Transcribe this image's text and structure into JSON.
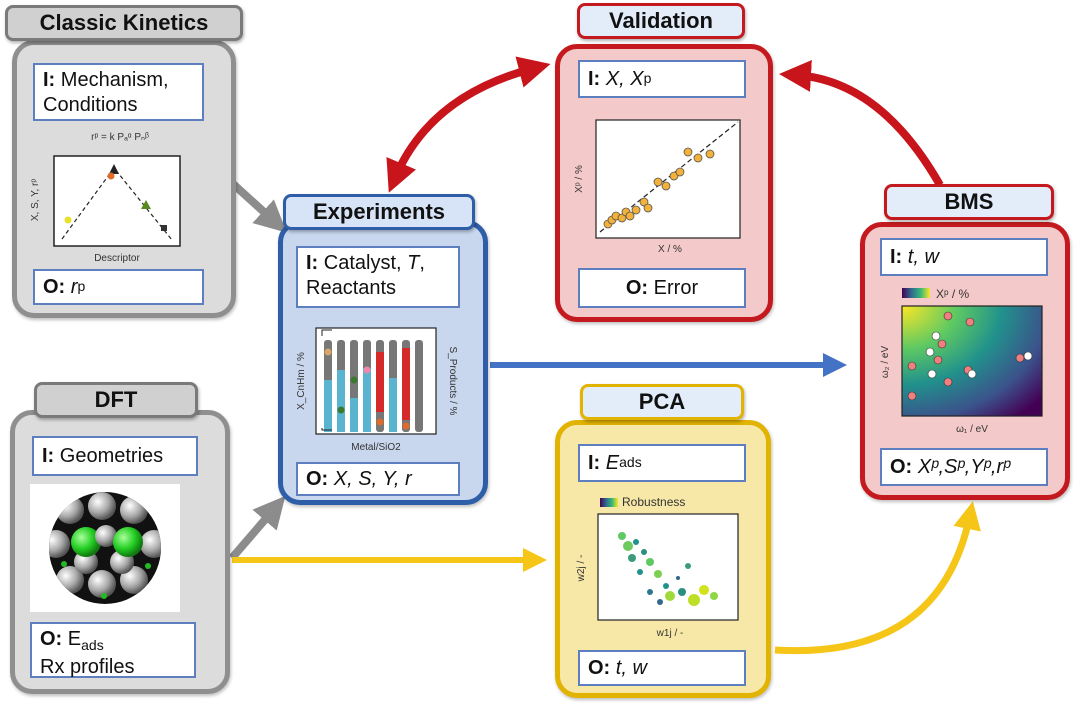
{
  "panels": {
    "classic_kinetics": {
      "title": "Classic Kinetics",
      "input_prefix": "I:",
      "input_line1": "Mechanism,",
      "input_line2": "Conditions",
      "rate_law": "rᵖ = k Pₐᵅ Pₙᵝ",
      "ylabel": "X, S, Y, rᵖ",
      "xlabel": "Descriptor",
      "output_prefix": "O:",
      "output_text": "r",
      "output_sup": "p"
    },
    "dft": {
      "title": "DFT",
      "input_prefix": "I:",
      "input_text": "Geometries",
      "output_prefix": "O:",
      "output_line1": "E",
      "output_line1_sub": "ads",
      "output_line2": "Rx profiles"
    },
    "experiments": {
      "title": "Experiments",
      "input_prefix": "I:",
      "input_line1_a": "Catalyst, ",
      "input_line1_b": "T",
      "input_line1_c": ",",
      "input_line2": "Reactants",
      "ylabel_left": "X_CnHm / %",
      "ylabel_right": "S_Products / %",
      "xlabel": "Metal/SiO2",
      "output_prefix": "O:",
      "output_text": "X, S, Y, r"
    },
    "validation": {
      "title": "Validation",
      "input_prefix": "I:",
      "input_text": "X, X",
      "input_sup": "p",
      "ylabel": "Xᵖ / %",
      "xlabel": "X   / %",
      "output_prefix": "O:",
      "output_text": "Error"
    },
    "pca": {
      "title": "PCA",
      "input_prefix": "I:",
      "input_text": "E",
      "input_sub": "ads",
      "legend": "Robustness",
      "ylabel": "w2j / -",
      "xlabel": "w1j / -",
      "output_prefix": "O:",
      "output_text": "t, w"
    },
    "bms": {
      "title": "BMS",
      "input_prefix": "I:",
      "input_text": "t, w",
      "legend": "Xᵖ / %",
      "ylabel": "ω₂ / eV",
      "xlabel": "ω₁ / eV",
      "output_prefix": "O:",
      "output_text": "Xᵖ,Sᵖ,Yᵖ,rᵖ"
    }
  },
  "colors": {
    "gray": "#8f8f8f",
    "blue": "#2f5ea8",
    "red": "#c41a1f",
    "yellow": "#e2b300",
    "arrow_gray": "#8c8c8c",
    "arrow_blue": "#4472c4",
    "arrow_red": "#c8141b",
    "arrow_yellow": "#f5c518"
  }
}
